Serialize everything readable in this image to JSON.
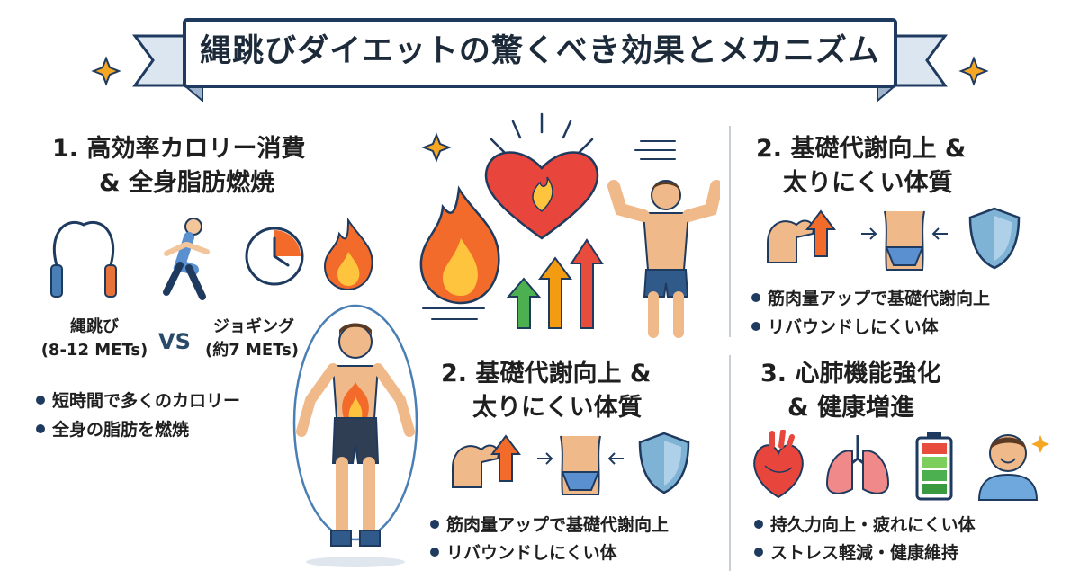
{
  "banner": {
    "title": "縄跳びダイエットの驚くべき効果とメカニズム"
  },
  "section1": {
    "title_line1": "1. 高効率カロリー消費",
    "title_line2": "& 全身脂肪燃焼",
    "compare": {
      "left_label": "縄跳び",
      "left_value": "(8-12 METs)",
      "vs": "VS",
      "right_label": "ジョギング",
      "right_value": "(約7 METs)"
    },
    "bullets": [
      "短時間で多くのカロリー",
      "全身の脂肪を燃焼"
    ],
    "icons": [
      "jump-rope-icon",
      "runner-icon",
      "clock-icon",
      "flame-icon"
    ]
  },
  "section2_center": {
    "title_line1": "2. 基礎代謝向上 &",
    "title_line2": "太りにくい体質",
    "bullets": [
      "筋肉量アップで基礎代謝向上",
      "リバウンドしにくい体"
    ],
    "icons": [
      "flexed-arm-icon",
      "waist-icon",
      "shield-icon"
    ]
  },
  "section2_right": {
    "title_line1": "2. 基礎代謝向上 &",
    "title_line2": "太りにくい体質",
    "bullets": [
      "筋肉量アップで基礎代謝向上",
      "リバウンドしにくい体"
    ],
    "icons": [
      "flexed-arm-icon",
      "waist-icon",
      "shield-icon"
    ]
  },
  "section3": {
    "title_line1": "3. 心肺機能強化",
    "title_line2": "& 健康増進",
    "bullets": [
      "持久力向上・疲れにくい体",
      "ストレス軽減・健康維持"
    ],
    "icons": [
      "heart-organ-icon",
      "lungs-icon",
      "battery-icon",
      "smiling-person-icon"
    ]
  },
  "colors": {
    "banner_fill": "#dce6f1",
    "navy": "#1f3a5f",
    "flame_orange": "#f26b2a",
    "heart_red": "#e8463c",
    "arrow_green": "#4caf50",
    "arrow_orange": "#f39c12",
    "arrow_red": "#e74c3c",
    "shield_blue": "#7fb3d5"
  }
}
